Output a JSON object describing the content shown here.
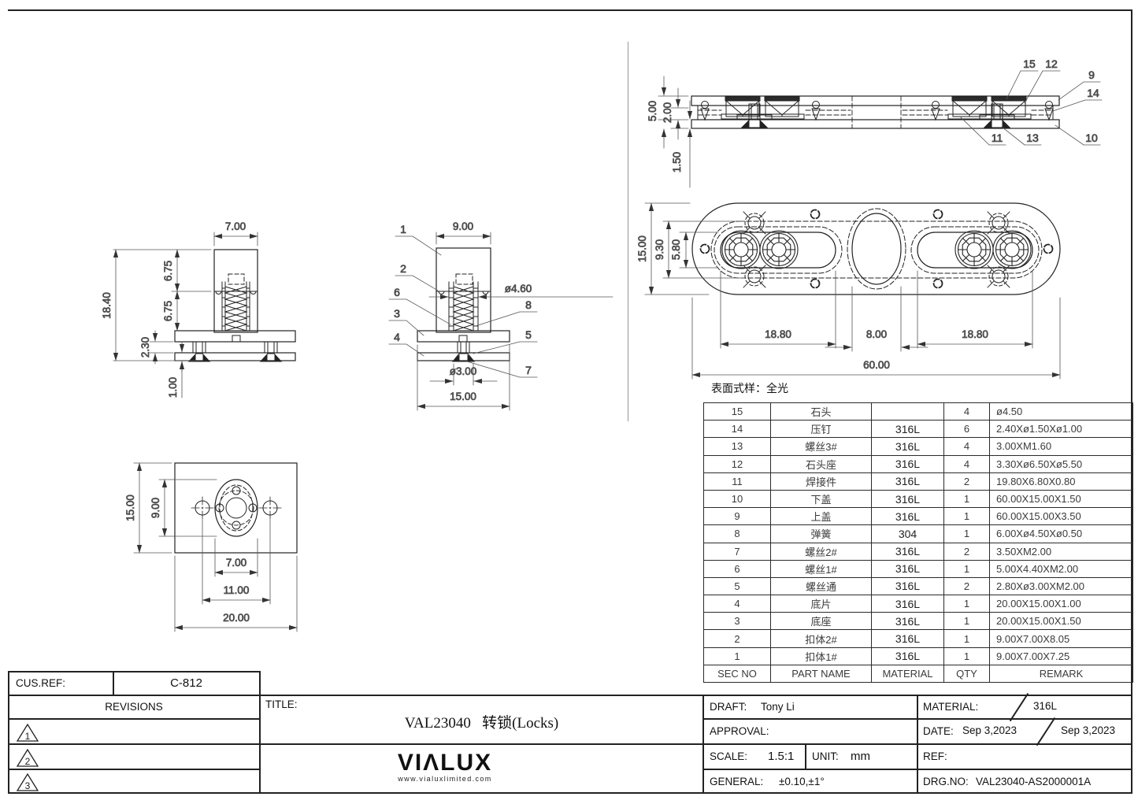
{
  "note_surface": "表面式样：全光",
  "views": {
    "front": {
      "dim_width": "7.00",
      "dim_total": "18.40",
      "dim_upper": "6.75",
      "dim_lower": "6.75",
      "dim_gap": "2.30",
      "dim_plate": "1.00"
    },
    "section": {
      "dim_width": "9.00",
      "dim_spring": "ø4.60",
      "dim_screw": "ø3.00",
      "dim_base": "15.00",
      "c1": "1",
      "c2": "2",
      "c3": "3",
      "c4": "4",
      "c5": "5",
      "c6": "6",
      "c7": "7",
      "c8": "8"
    },
    "bottom": {
      "dim_height": "15.00",
      "dim_oval_h": "9.00",
      "dim_oval_w": "7.00",
      "dim_holes": "11.00",
      "dim_width": "20.00"
    },
    "side": {
      "dim_h1": "5.00",
      "dim_h2": "2.00",
      "dim_h3": "1.50",
      "c9": "9",
      "c10": "10",
      "c11": "11",
      "c12": "12",
      "c13": "13",
      "c14": "14",
      "c15": "15"
    },
    "plan": {
      "dim_height": "15.00",
      "dim_recess": "9.30",
      "dim_slot_h": "5.80",
      "dim_slot_w1": "18.80",
      "dim_center": "8.00",
      "dim_slot_w2": "18.80",
      "dim_total": "60.00"
    }
  },
  "bom": {
    "headers": [
      "SEC NO",
      "PART NAME",
      "MATERIAL",
      "QTY",
      "REMARK"
    ],
    "rows": [
      [
        "15",
        "石头",
        "",
        "4",
        "ø4.50"
      ],
      [
        "14",
        "压钉",
        "316L",
        "6",
        "2.40Xø1.50Xø1.00"
      ],
      [
        "13",
        "螺丝3#",
        "316L",
        "4",
        "3.00XM1.60"
      ],
      [
        "12",
        "石头座",
        "316L",
        "4",
        "3.30Xø6.50Xø5.50"
      ],
      [
        "11",
        "焊接件",
        "316L",
        "2",
        "19.80X6.80X0.80"
      ],
      [
        "10",
        "下盖",
        "316L",
        "1",
        "60.00X15.00X1.50"
      ],
      [
        "9",
        "上盖",
        "316L",
        "1",
        "60.00X15.00X3.50"
      ],
      [
        "8",
        "弹簧",
        "304",
        "1",
        "6.00Xø4.50Xø0.50"
      ],
      [
        "7",
        "螺丝2#",
        "316L",
        "2",
        "3.50XM2.00"
      ],
      [
        "6",
        "螺丝1#",
        "316L",
        "1",
        "5.00X4.40XM2.00"
      ],
      [
        "5",
        "螺丝通",
        "316L",
        "2",
        "2.80Xø3.00XM2.00"
      ],
      [
        "4",
        "底片",
        "316L",
        "1",
        "20.00X15.00X1.00"
      ],
      [
        "3",
        "底座",
        "316L",
        "1",
        "20.00X15.00X1.50"
      ],
      [
        "2",
        "扣体2#",
        "316L",
        "1",
        "9.00X7.00X8.05"
      ],
      [
        "1",
        "扣体1#",
        "316L",
        "1",
        "9.00X7.00X7.25"
      ]
    ]
  },
  "title_block": {
    "cus_ref_label": "CUS.REF:",
    "cus_ref_value": "C-812",
    "revisions_label": "REVISIONS",
    "revision_marks": [
      "1",
      "2",
      "3"
    ],
    "title_label": "TITLE:",
    "title_value": "VAL23040   转锁(Locks)",
    "logo_text": "VIΛLUX",
    "logo_url": "www.vialuxlimited.com",
    "draft_label": "DRAFT:",
    "draft_value": "Tony Li",
    "approval_label": "APPROVAL:",
    "scale_label": "SCALE:",
    "scale_value": "1.5:1",
    "unit_label": "UNIT:",
    "unit_value": "mm",
    "general_label": "GENERAL:",
    "general_value": "±0.10,±1°",
    "material_label": "MATERIAL:",
    "material_value": "316L",
    "date_label": "DATE:",
    "date_value": "Sep 3,2023",
    "date_value2": "Sep 3,2023",
    "ref_label": "REF:",
    "drg_no_label": "DRG.NO:",
    "drg_no_value": "VAL23040-AS2000001A"
  }
}
